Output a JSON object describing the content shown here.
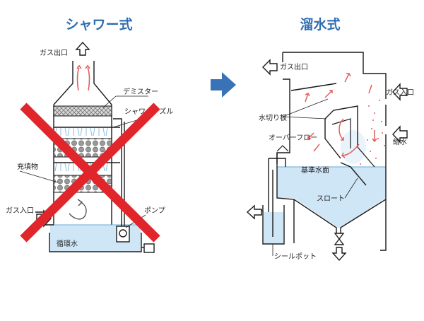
{
  "titles": {
    "left": "シャワー式",
    "right": "溜水式"
  },
  "shower": {
    "labels": {
      "gas_outlet": "ガス出口",
      "demister": "デミスター",
      "shower_nozzle": "シャワーノズル",
      "packing": "充填物",
      "gas_inlet": "ガス入口",
      "pump": "ポンプ",
      "circulating_water": "循環水"
    },
    "crossed_out": true
  },
  "reservoir": {
    "labels": {
      "gas_outlet": "ガス出口",
      "gas_inlet": "ガス入口",
      "water_cut_plate": "水切り板",
      "overflow": "オーバーフロー",
      "feed_water": "給水",
      "reference_level": "基準水面",
      "throat": "スロート",
      "seal_pot": "シールポット"
    }
  },
  "colors": {
    "title": "#2e6db4",
    "arrow_blue": "#3a72b8",
    "cross": "#e0252b",
    "water": "#cfe6f7",
    "flow": "#e35d5d",
    "line": "#1a1a1a"
  }
}
